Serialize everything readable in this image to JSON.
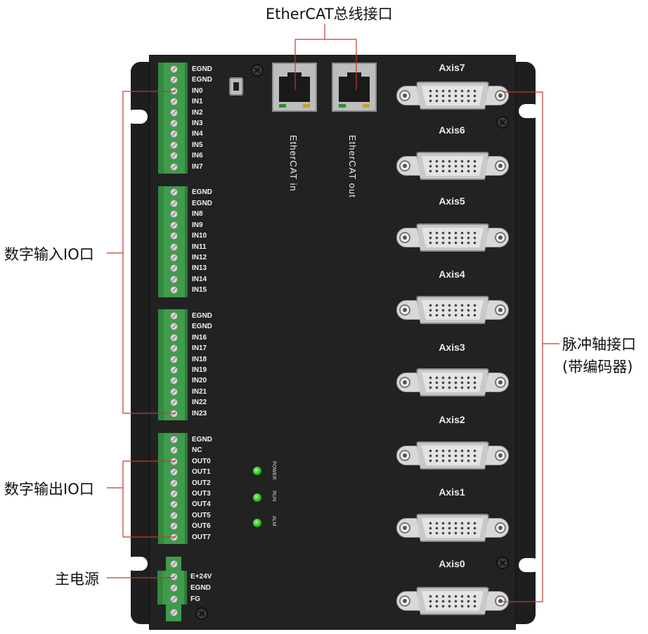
{
  "callouts": {
    "ethercat": "EtherCAT总线接口",
    "digital_in": "数字输入IO口",
    "digital_out": "数字输出IO口",
    "main_power": "主电源",
    "axis_port_line1": "脉冲轴接口",
    "axis_port_line2": "(带编码器)"
  },
  "ethercat_ports": {
    "in_label": "EtherCAT in",
    "out_label": "EtherCAT out"
  },
  "input_blocks": [
    [
      "EGND",
      "EGND",
      "IN0",
      "IN1",
      "IN2",
      "IN3",
      "IN4",
      "IN5",
      "IN6",
      "IN7"
    ],
    [
      "EGND",
      "EGND",
      "IN8",
      "IN9",
      "IN10",
      "IN11",
      "IN12",
      "IN13",
      "IN14",
      "IN15"
    ],
    [
      "EGND",
      "EGND",
      "IN16",
      "IN17",
      "IN18",
      "IN19",
      "IN20",
      "IN21",
      "IN22",
      "IN23"
    ]
  ],
  "output_block": [
    "EGND",
    "NC",
    "OUT0",
    "OUT1",
    "OUT2",
    "OUT3",
    "OUT4",
    "OUT5",
    "OUT6",
    "OUT7"
  ],
  "power_block": [
    "E+24V",
    "EGND",
    "FG"
  ],
  "status_leds": [
    "POWER",
    "RUN",
    "ALM"
  ],
  "axes": [
    "Axis7",
    "Axis6",
    "Axis5",
    "Axis4",
    "Axis3",
    "Axis2",
    "Axis1",
    "Axis0"
  ],
  "colors": {
    "housing": "#222222",
    "terminal_green": "#3e9c4b",
    "callout_line": "#c0392b",
    "led_green": "#1fb81f"
  }
}
